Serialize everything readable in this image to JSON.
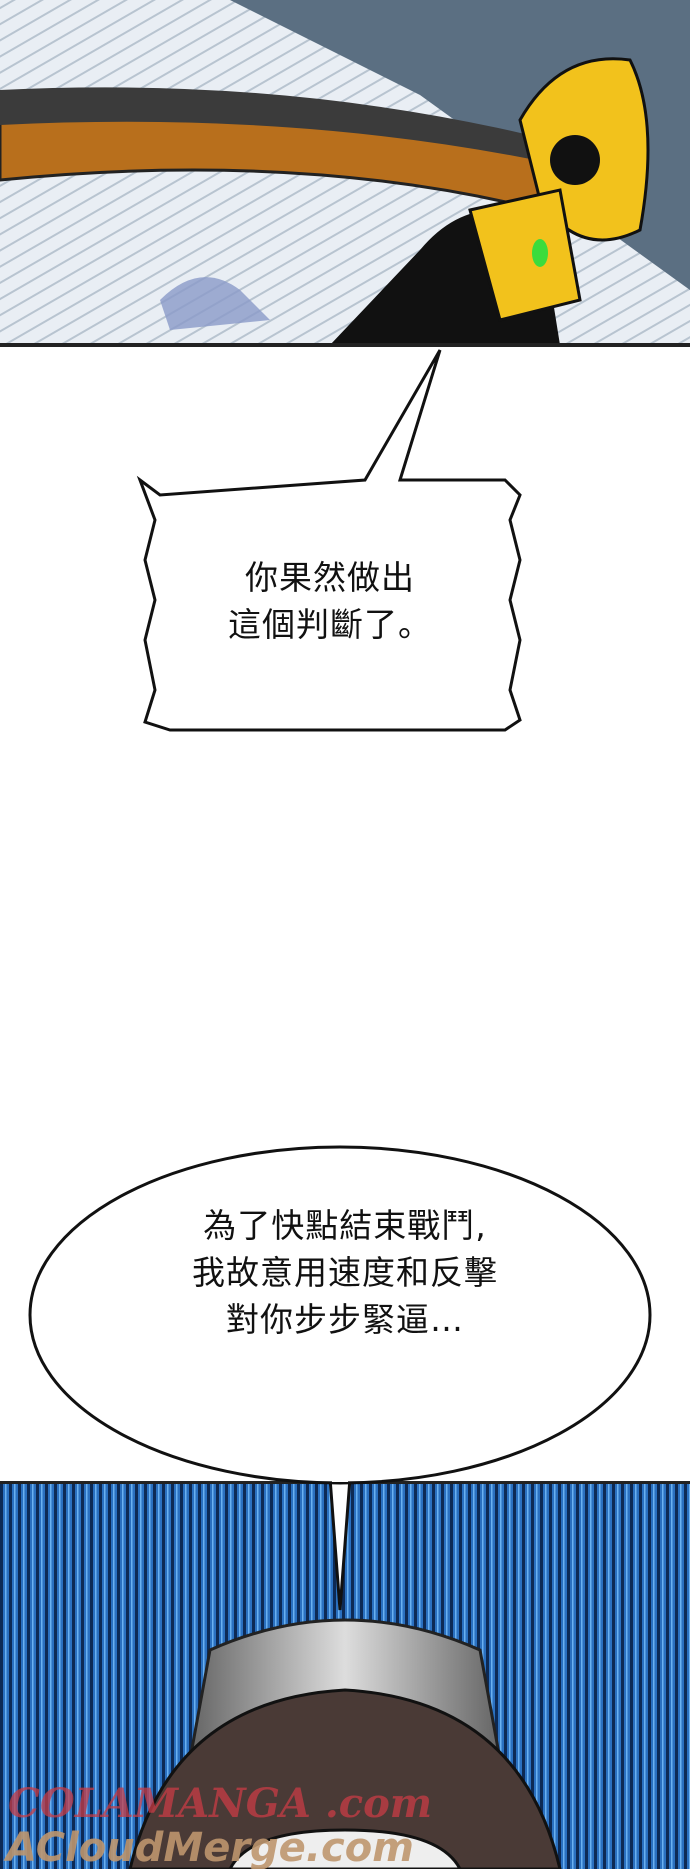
{
  "bubbles": [
    {
      "lines": [
        "你果然做出",
        "這個判斷了。"
      ]
    },
    {
      "lines": [
        "為了快點結束戰鬥,",
        "我故意用速度和反擊",
        "對你步步緊逼…"
      ]
    }
  ],
  "watermarks": [
    "COLAMANGA .com",
    "ACloudMerge.com"
  ],
  "colors": {
    "sky": "#5a6e80",
    "yellow": "#f2c21c",
    "blue_lines": "#2f7fd0",
    "hair": "#4a3a36"
  }
}
